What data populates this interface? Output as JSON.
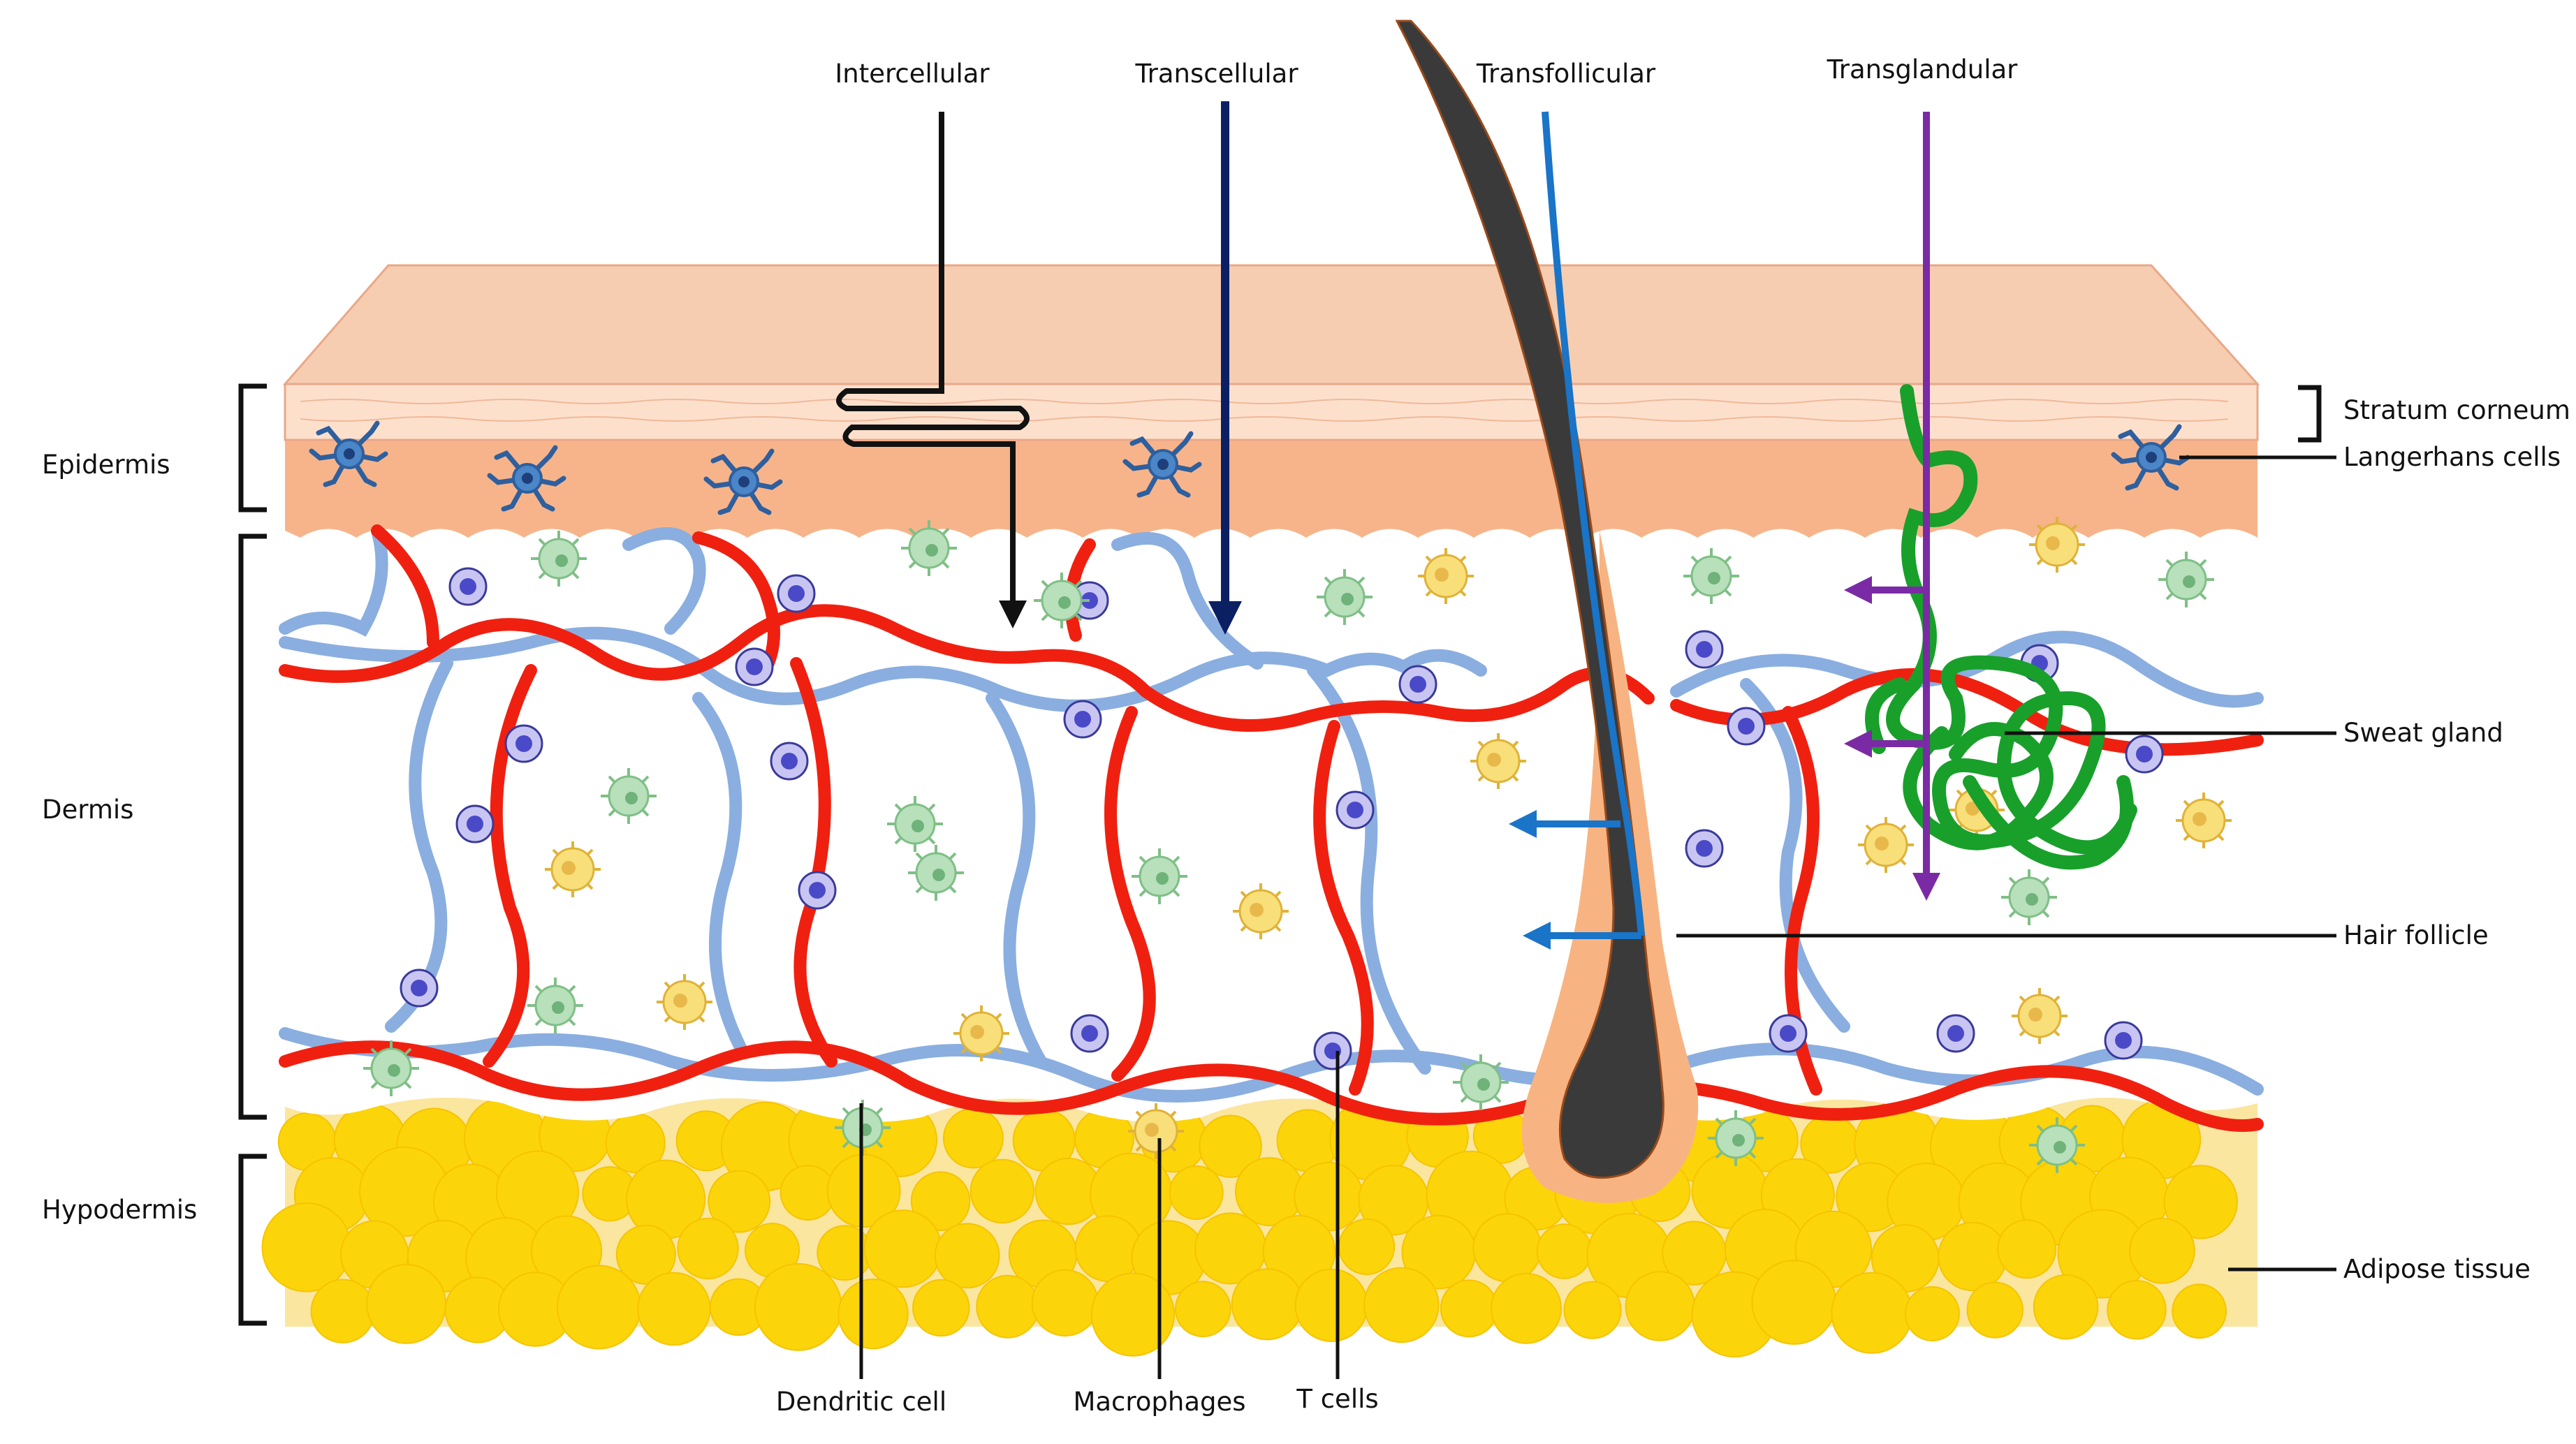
{
  "colors": {
    "skin_top": "#f6cdb0",
    "stratum": "#fde0cc",
    "epidermis": "#f7b48a",
    "dermis": "#ffffff",
    "adipose_bg": "#fbe6a0",
    "fat_cell": "#fcd40a",
    "blood_red": "#f02010",
    "lymph_blue": "#8aaee0",
    "tcell_blue": "#4a4ac8",
    "langerhans_blue": "#3a7cc8",
    "dendritic_green": "#9bd2a0",
    "macrophage_yellow": "#f7d45a",
    "hair": "#3a3a3a",
    "follicle_sheath": "#f7b482",
    "intercellular": "#111111",
    "transcellular": "#0b1f63",
    "transfollicular": "#1a74c8",
    "transglandular": "#7b2aa5",
    "sweat_gland": "#18a02a"
  },
  "labels": {
    "layers": {
      "epidermis": "Epidermis",
      "dermis": "Dermis",
      "hypodermis": "Hypodermis"
    },
    "routes": {
      "intercellular": "Intercellular",
      "transcellular": "Transcellular",
      "transfollicular": "Transfollicular",
      "transglandular": "Transglandular"
    },
    "structures": {
      "stratum_corneum": "Stratum corneum",
      "langerhans": "Langerhans cells",
      "sweat_gland": "Sweat gland",
      "hair_follicle": "Hair follicle",
      "adipose": "Adipose tissue"
    },
    "cells": {
      "dendritic": "Dendritic cell",
      "macrophages": "Macrophages",
      "tcells": "T cells"
    }
  }
}
